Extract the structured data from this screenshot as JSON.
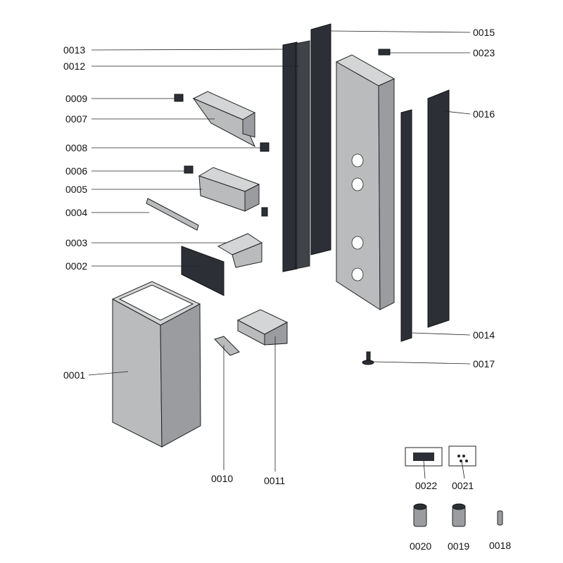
{
  "title": "Exploded parts diagram",
  "parts": {
    "p0001": "0001",
    "p0002": "0002",
    "p0003": "0003",
    "p0004": "0004",
    "p0005": "0005",
    "p0006": "0006",
    "p0007": "0007",
    "p0008": "0008",
    "p0009": "0009",
    "p0010": "0010",
    "p0011": "0011",
    "p0012": "0012",
    "p0013": "0013",
    "p0014": "0014",
    "p0015": "0015",
    "p0016": "0016",
    "p0017": "0017",
    "p0018": "0018",
    "p0019": "0019",
    "p0020": "0020",
    "p0021": "0021",
    "p0022": "0022",
    "p0023": "0023"
  }
}
